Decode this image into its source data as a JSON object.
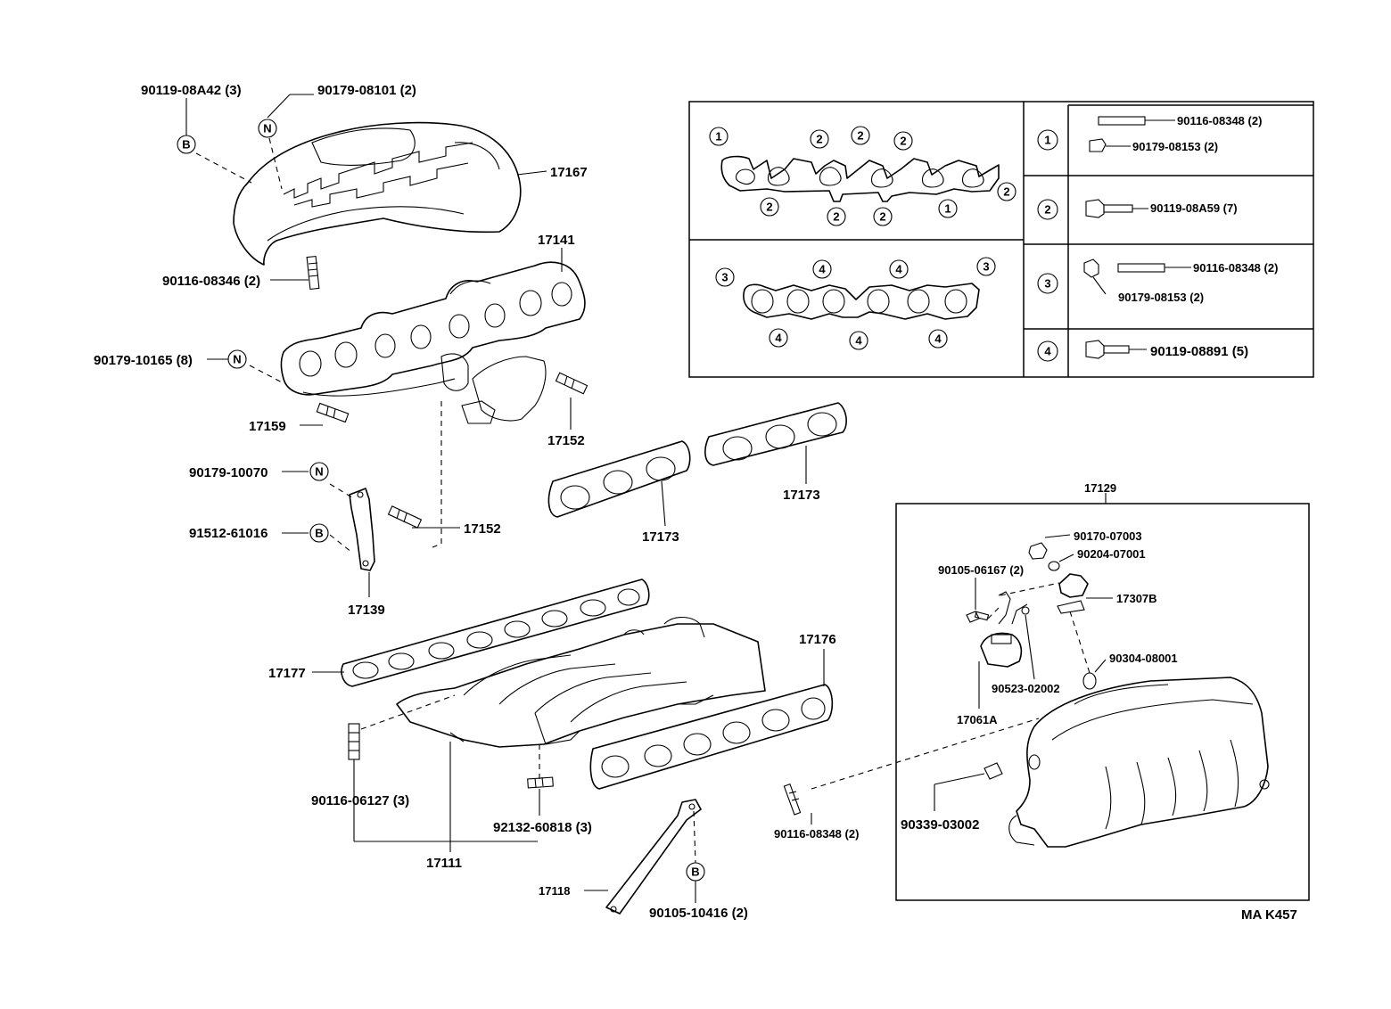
{
  "labels": {
    "p90119_08a42": "90119-08A42  (3)",
    "p90179_08101": "90179-08101 (2)",
    "p17167": "17167",
    "p90116_08346": "90116-08346 (2)",
    "p17141": "17141",
    "p90179_10165": "90179-10165 (8)",
    "p17159": "17159",
    "p17152_a": "17152",
    "p90179_10070": "90179-10070",
    "p91512_61016": "91512-61016",
    "p17152_b": "17152",
    "p17139": "17139",
    "p17173_a": "17173",
    "p17173_b": "17173",
    "p17176": "17176",
    "p17177": "17177",
    "p90116_06127": "90116-06127 (3)",
    "p92132_60818": "92132-60818 (3)",
    "p17111": "17111",
    "p17118": "17118",
    "p90105_10416": "90105-10416 (2)",
    "p90116_08348_b": "90116-08348 (2)",
    "p17129": "17129",
    "p90170_07003": "90170-07003",
    "p90105_06167": "90105-06167 (2)",
    "p90204_07001": "90204-07001",
    "p17307b": "17307B",
    "p90304_08001": "90304-08001",
    "p90523_02002": "90523-02002",
    "p17061a": "17061A",
    "p90339_03002": "90339-03002",
    "code": "MA  K457"
  },
  "markers": {
    "b": "B",
    "n": "N"
  },
  "bolt_table": {
    "keys": [
      "1",
      "2",
      "3",
      "4"
    ],
    "rows": [
      {
        "key": "1",
        "items": [
          "90116-08348 (2)",
          "90179-08153 (2)"
        ]
      },
      {
        "key": "2",
        "items": [
          "90119-08A59 (7)"
        ]
      },
      {
        "key": "3",
        "items": [
          "90116-08348 (2)",
          "90179-08153 (2)"
        ]
      },
      {
        "key": "4",
        "items": [
          "90119-08891 (5)"
        ]
      }
    ]
  }
}
